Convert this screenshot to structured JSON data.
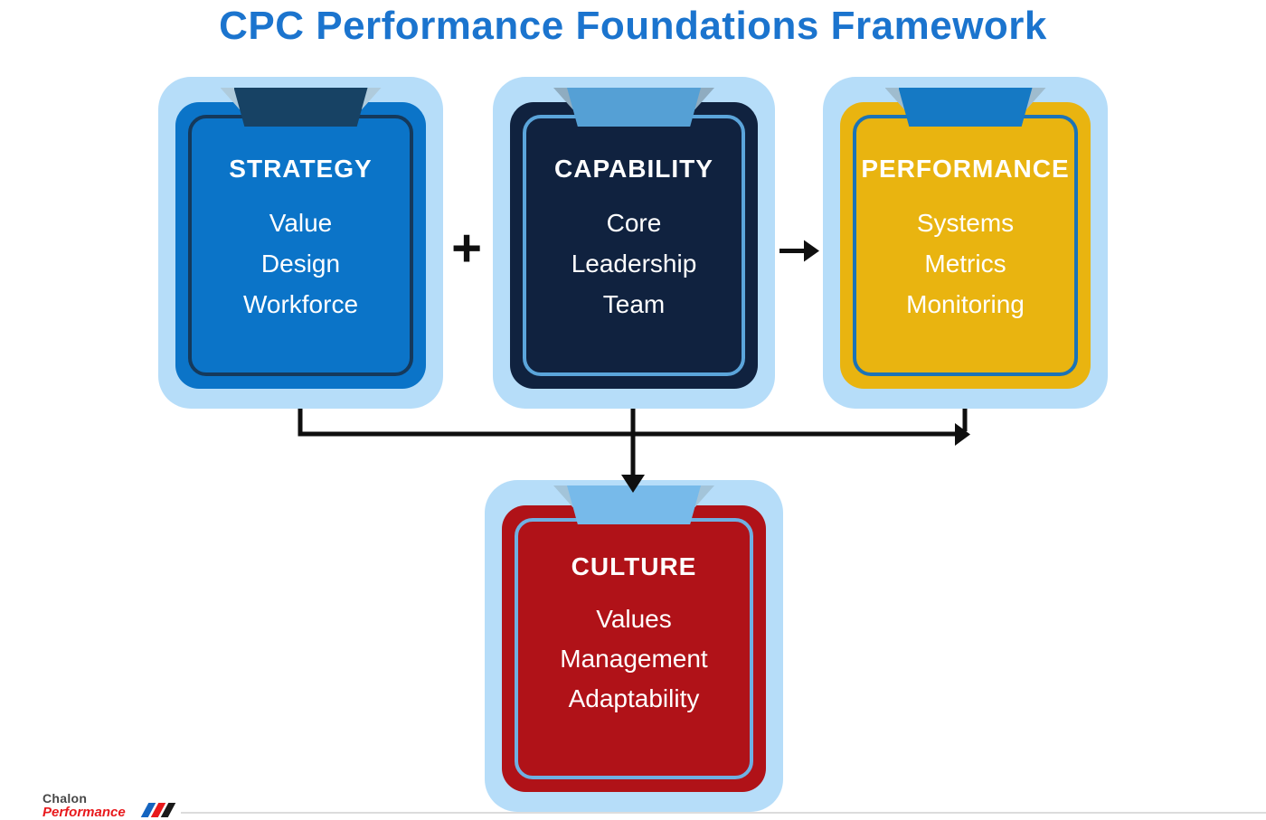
{
  "title": {
    "text": "CPC Performance Foundations Framework",
    "color": "#1B74CE"
  },
  "cards": [
    {
      "label": "STRATEGY",
      "items": [
        "Value",
        "Design",
        "Workforce"
      ],
      "colors": {
        "outer": "#B6DDF9",
        "body": "#0B74C8",
        "stroke": "#15395B",
        "clip": "#174264",
        "wing": "#AFCBDC",
        "text": "#FFFFFF"
      }
    },
    {
      "label": "CAPABILITY",
      "items": [
        "Core",
        "Leadership",
        "Team"
      ],
      "colors": {
        "outer": "#B6DDF9",
        "body": "#10223F",
        "stroke": "#5BA5DB",
        "clip": "#55A0D5",
        "wing": "#8FACC0",
        "text": "#FFFFFF"
      }
    },
    {
      "label": "PERFORMANCE",
      "items": [
        "Systems",
        "Metrics",
        "Monitoring"
      ],
      "colors": {
        "outer": "#B6DDF9",
        "body": "#E9B410",
        "stroke": "#1B73B6",
        "clip": "#1579C4",
        "wing": "#9FBCCE",
        "text": "#FFFFFF"
      }
    },
    {
      "label": "CULTURE",
      "items": [
        "Values",
        "Management",
        "Adaptability"
      ],
      "colors": {
        "outer": "#B6DDF9",
        "body": "#B01218",
        "stroke": "#6FB0E2",
        "clip": "#77BAEA",
        "wing": "#A3C4D9",
        "text": "#FFFFFF"
      }
    }
  ],
  "connectors": {
    "plus_sign": "+",
    "line_color": "#0F0F0F"
  },
  "logo": {
    "name_top": "Chalon",
    "name_bottom": "Performance",
    "name_color": "#474747",
    "accent_color": "#E8191C",
    "chevron_colors": [
      "#1565C0",
      "#E8191C",
      "#1A1A1A"
    ]
  },
  "misc": {
    "bottom_rule_color": "#DCDCDC"
  }
}
